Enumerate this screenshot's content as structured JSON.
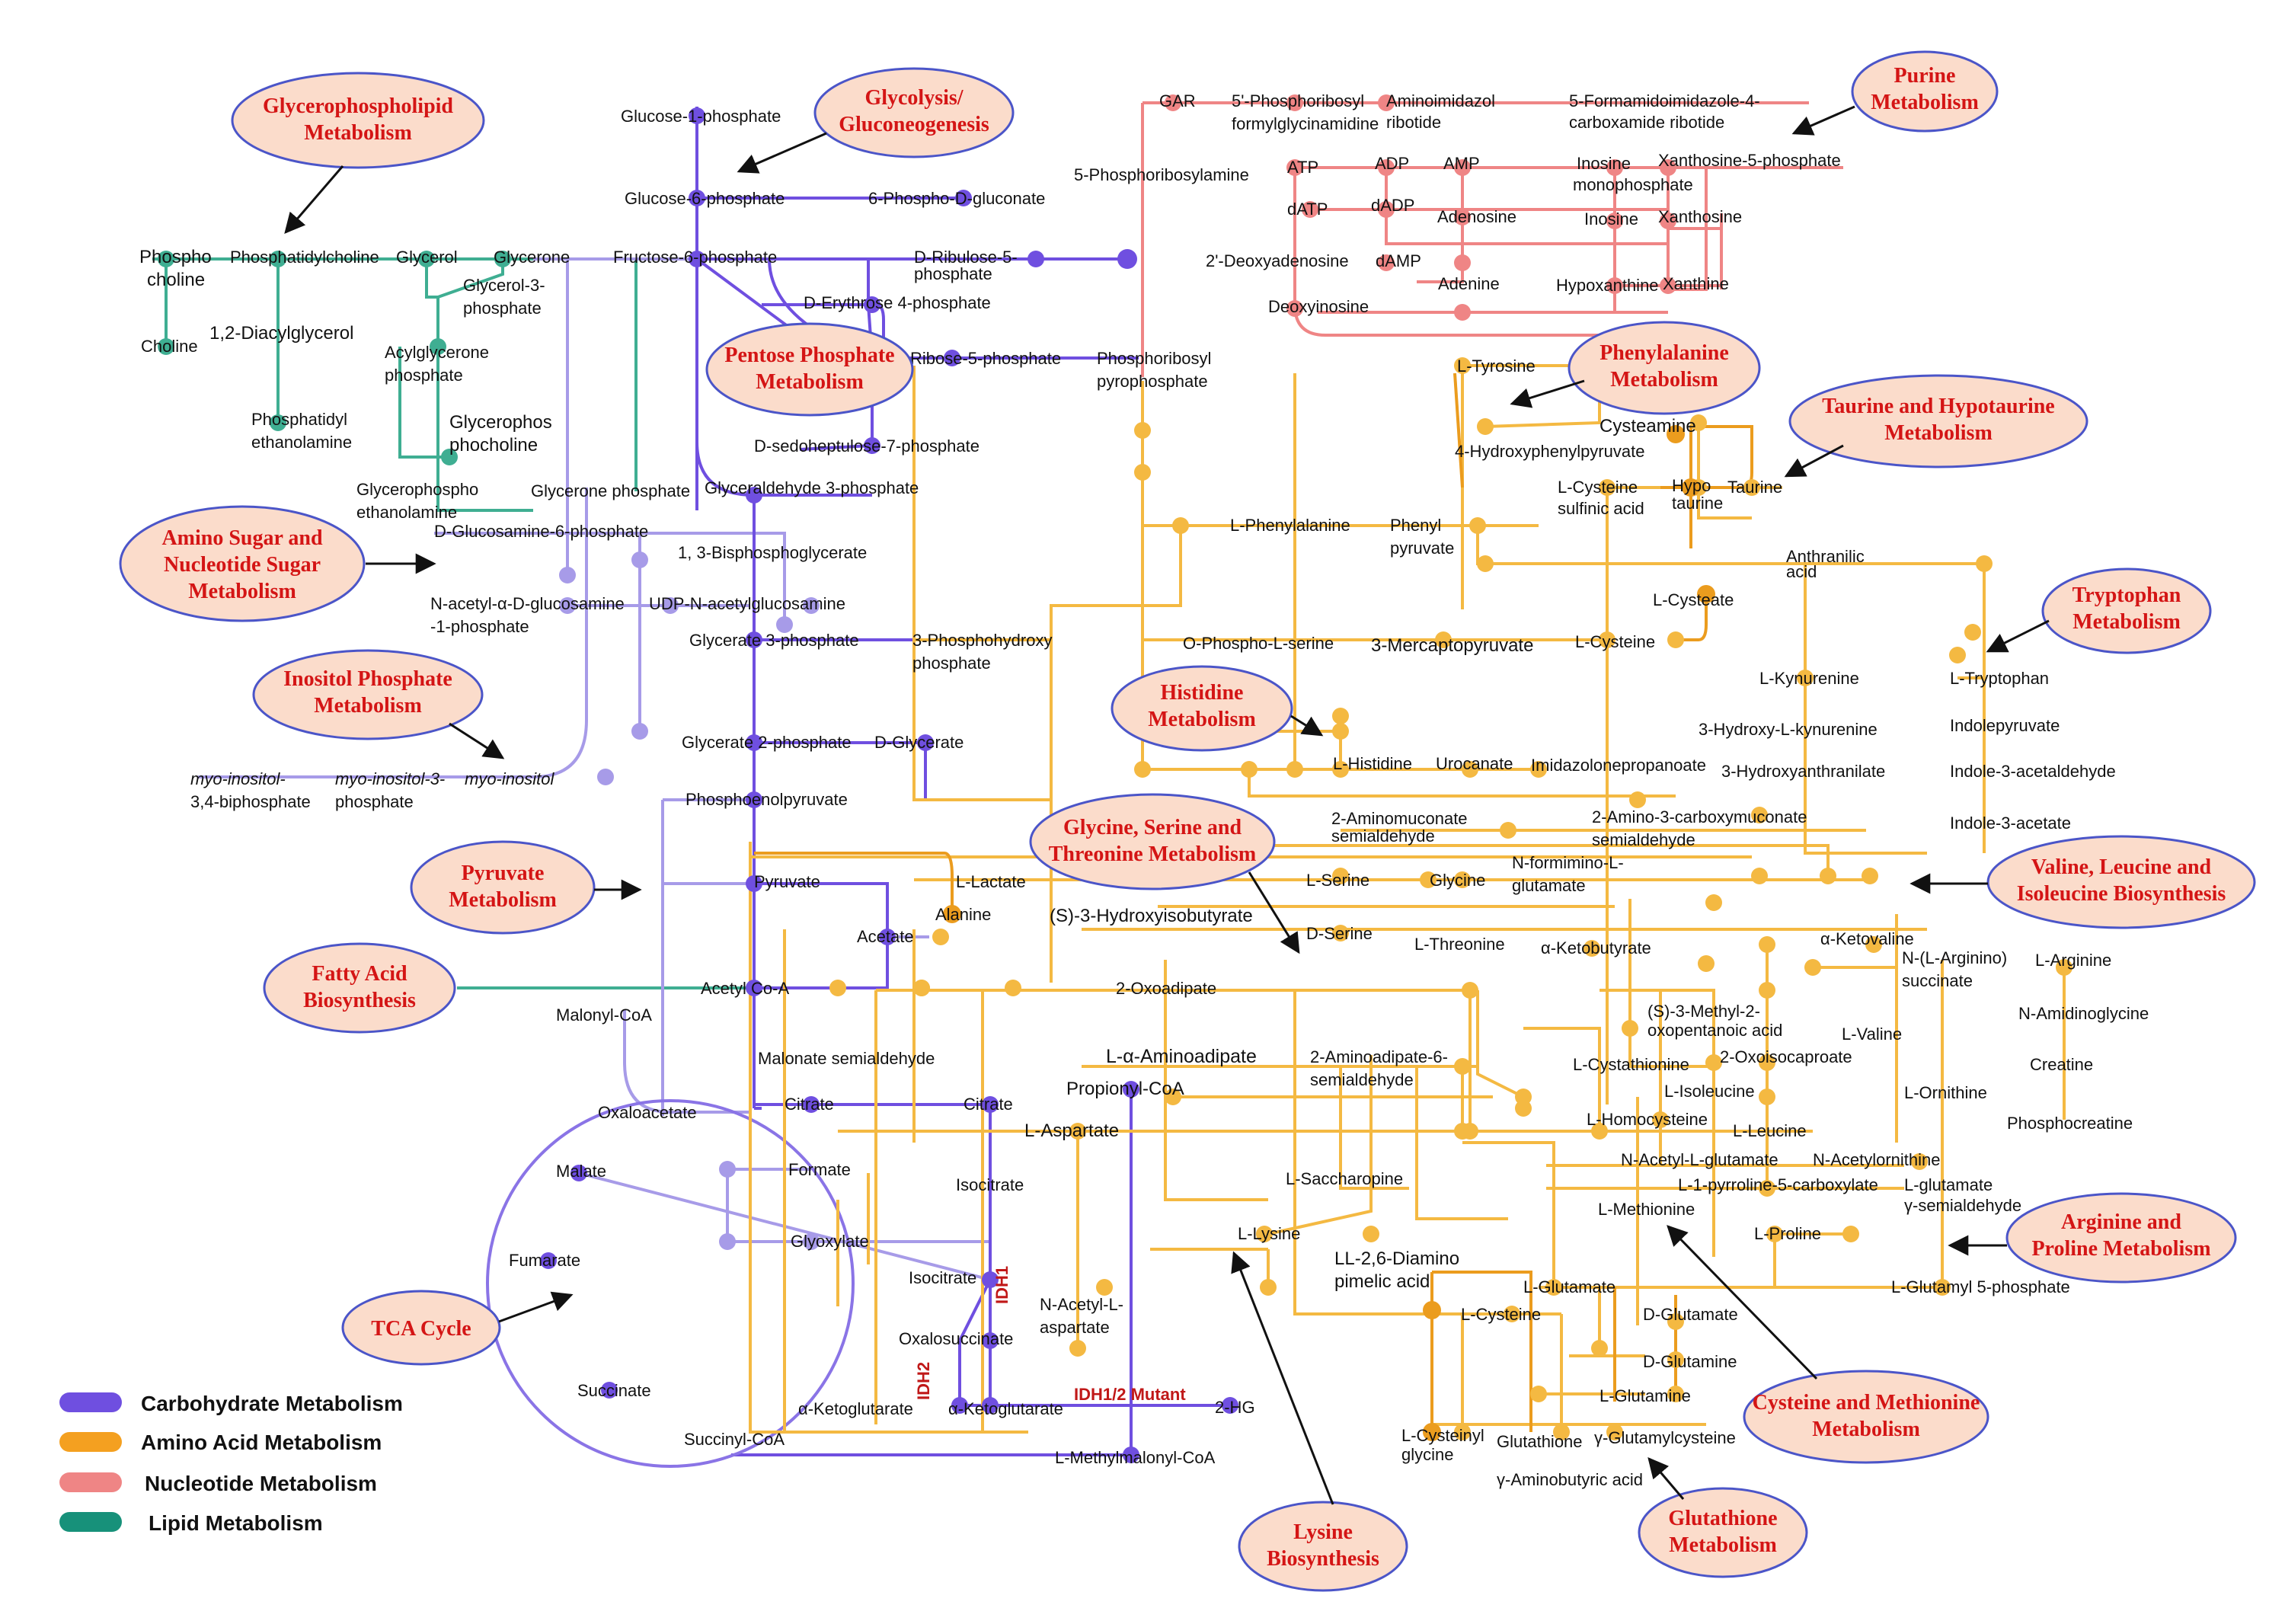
{
  "colors": {
    "carbohydrate": "#6f4fe0",
    "carbohydrate_light": "#a79be8",
    "amino_acid": "#f4b942",
    "amino_acid_dark": "#eb9c1e",
    "nucleotide": "#ef8585",
    "lipid": "#3fae92",
    "pathway_fill": "#fbdccb",
    "pathway_text": "#d41515",
    "pathway_border": "#4b55c8"
  },
  "legend": [
    {
      "label": "Carbohydrate Metabolism",
      "color": "#6f4fe0"
    },
    {
      "label": "Amino Acid Metabolism",
      "color": "#f4a020"
    },
    {
      "label": "Nucleotide Metabolism",
      "color": "#ef8585"
    },
    {
      "label": "Lipid Metabolism",
      "color": "#17917a"
    }
  ],
  "pathways": {
    "glycerophospholipid": [
      "Glycerophospholipid",
      "Metabolism"
    ],
    "glycolysis": [
      "Glycolysis/",
      "Gluconeogenesis"
    ],
    "purine": [
      "Purine",
      "Metabolism"
    ],
    "pentose": [
      "Pentose Phosphate",
      "Metabolism"
    ],
    "phenylalanine": [
      "Phenylalanine",
      "Metabolism"
    ],
    "taurine": [
      "Taurine and Hypotaurine",
      "Metabolism"
    ],
    "amino_sugar": [
      "Amino Sugar and",
      "Nucleotide Sugar",
      "Metabolism"
    ],
    "tryptophan": [
      "Tryptophan",
      "Metabolism"
    ],
    "inositol": [
      "Inositol Phosphate",
      "Metabolism"
    ],
    "histidine": [
      "Histidine",
      "Metabolism"
    ],
    "glycine": [
      "Glycine, Serine and",
      "Threonine Metabolism"
    ],
    "pyruvate": [
      "Pyruvate",
      "Metabolism"
    ],
    "valine": [
      "Valine, Leucine and",
      "Isoleucine Biosynthesis"
    ],
    "fatty_acid": [
      "Fatty Acid",
      "Biosynthesis"
    ],
    "arginine": [
      "Arginine and",
      "Proline Metabolism"
    ],
    "tca": [
      "TCA Cycle"
    ],
    "cysteine": [
      "Cysteine and Methionine",
      "Metabolism"
    ],
    "lysine": [
      "Lysine",
      "Biosynthesis"
    ],
    "glutathione": [
      "Glutathione",
      "Metabolism"
    ]
  },
  "enzymes": {
    "idh1": "IDH1",
    "idh2": "IDH2",
    "mutant": "IDH1/2 Mutant",
    "two_hg": "2-HG"
  },
  "metabolites": {
    "glucose1p": "Glucose-1-phosphate",
    "glucose6p": "Glucose-6-phosphate",
    "phosphogluconate": "6-Phospho-D-gluconate",
    "fructose6p": "Fructose-6-phosphate",
    "ribulose5p_1": "D-Ribulose-5-",
    "ribulose5p_2": "phosphate",
    "erythrose4p": "D-Erythrose 4-phosphate",
    "ribose5p": "Ribose-5-phosphate",
    "prpp_1": "Phosphoribosyl",
    "prpp_2": "pyrophosphate",
    "sedoheptulose": "D-sedoheptulose-7-phosphate",
    "glycerone_p": "Glycerone phosphate",
    "gap": "Glyceraldehyde 3-phosphate",
    "glucosamine6p": "D-Glucosamine-6-phosphate",
    "bpg": "1, 3-Bisphosphoglycerate",
    "nacglc_1": "N-acetyl-α-D-glucosamine",
    "nacglc_2": "-1-phosphate",
    "udpglcnac": "UDP-N-acetylglucosamine",
    "glycerate3p": "Glycerate 3-phosphate",
    "phosphohydroxy_1": "3-Phosphohydroxy",
    "phosphohydroxy_2": "phosphate",
    "glycerate2p": "Glycerate 2-phosphate",
    "dglycerate": "D-Glycerate",
    "pep": "Phosphoenolpyruvate",
    "inositol34_1": "myo-inositol-",
    "inositol34_2": "3,4-biphosphate",
    "inositol3_1": "myo-inositol-3-",
    "inositol3_2": "phosphate",
    "inositol": "myo-inositol",
    "pyruvate": "Pyruvate",
    "lactate": "L-Lactate",
    "alanine": "Alanine",
    "acetate": "Acetate",
    "acetylcoa": "Acetyl Co-A",
    "malonylcoa": "Malonyl-CoA",
    "malonate_sa": "Malonate semialdehyde",
    "oxaloacetate": "Oxaloacetate",
    "citrate": "Citrate",
    "citrate2": "Citrate",
    "malate": "Malate",
    "formate": "Formate",
    "isocitrate": "Isocitrate",
    "isocitrate2": "Isocitrate",
    "glyoxylate": "Glyoxylate",
    "fumarate": "Fumarate",
    "oxalosuccinate": "Oxalosuccinate",
    "succinate": "Succinate",
    "akg1": "α-Ketoglutarate",
    "akg2": "α-Ketoglutarate",
    "succinylcoa": "Succinyl-CoA",
    "methylmalonyl": "L-Methylmalonyl-CoA",
    "phosphocholine_1": "Phospho",
    "phosphocholine_2": "choline",
    "phosphatidylcholine": "Phosphatidylcholine",
    "glycerol": "Glycerol",
    "glycerone": "Glycerone",
    "glycerol3p_1": "Glycerol-3-",
    "glycerol3p_2": "phosphate",
    "choline": "Choline",
    "diacylglycerol": "1,2-Diacylglycerol",
    "acylglycerone_1": "Acylglycerone",
    "acylglycerone_2": "phosphate",
    "glycerophosphocholine_1": "Glycerophos",
    "glycerophosphocholine_2": "phocholine",
    "phosphatidylethanolamine_1": "Phosphatidyl",
    "phosphatidylethanolamine_2": "ethanolamine",
    "gpe_1": "Glycerophospho",
    "gpe_2": "ethanolamine",
    "gar": "GAR",
    "fgar_1": "5'-Phosphoribosyl",
    "fgar_2": "formylglycinamidine",
    "air_1": "Aminoimidazol",
    "air_2": "ribotide",
    "faicar_1": "5-Formamidoimidazole-4-",
    "faicar_2": "carboxamide ribotide",
    "pra": "5-Phosphoribosylamine",
    "atp": "ATP",
    "adp": "ADP",
    "amp": "AMP",
    "imp_1": "Inosine",
    "imp_2": "monophosphate",
    "xmp": "Xanthosine-5-phosphate",
    "datp": "dATP",
    "dadp": "dADP",
    "adenosine": "Adenosine",
    "inosine": "Inosine",
    "xanthosine": "Xanthosine",
    "deoxyadenosine": "2'-Deoxyadenosine",
    "damp": "dAMP",
    "adenine": "Adenine",
    "hypoxanthine": "Hypoxanthine",
    "xanthine": "Xanthine",
    "deoxyinosine": "Deoxyinosine",
    "tyrosine": "L-Tyrosine",
    "cysteamine": "Cysteamine",
    "hppa": "4-Hydroxyphenylpyruvate",
    "csa_1": "L-Cysteine",
    "csa_2": "sulfinic acid",
    "hypotaurine_1": "Hypo",
    "hypotaurine_2": "taurine",
    "taurine": "Taurine",
    "phenylalanine": "L-Phenylalanine",
    "phenylpyruvate_1": "Phenyl",
    "phenylpyruvate_2": "pyruvate",
    "anthranilic_1": "Anthranilic",
    "anthranilic_2": "acid",
    "cysteate": "L-Cysteate",
    "phosphoserine": "O-Phospho-L-serine",
    "mercaptopyruvate": "3-Mercaptopyruvate",
    "cysteine": "L-Cysteine",
    "kynurenine": "L-Kynurenine",
    "tryptophan": "L-Tryptophan",
    "hydroxykynurenine": "3-Hydroxy-L-kynurenine",
    "indolepyruvate": "Indolepyruvate",
    "histidine": "L-Histidine",
    "urocanate": "Urocanate",
    "imidazolonepropanoate": "Imidazolonepropanoate",
    "hydroxyanthranilate": "3-Hydroxyanthranilate",
    "indoleacetaldehyde": "Indole-3-acetaldehyde",
    "aminomuconate_1": "2-Aminomuconate",
    "aminomuconate_2": "semialdehyde",
    "acms_1": "2-Amino-3-carboxymuconate",
    "acms_2": "semialdehyde",
    "indoleacetate": "Indole-3-acetate",
    "serine": "L-Serine",
    "glycine": "Glycine",
    "formiminoglutamate_1": "N-formimino-L-",
    "formiminoglutamate_2": "glutamate",
    "hydroxyisobutyrate": "(S)-3-Hydroxyisobutyrate",
    "dserine": "D-Serine",
    "threonine": "L-Threonine",
    "ketobutyrate": "α-Ketobutyrate",
    "ketovaline": "α-Ketovaline",
    "argsucc_1": "N-(L-Arginino)",
    "argsucc_2": "succinate",
    "arginine": "L-Arginine",
    "oxoadipate": "2-Oxoadipate",
    "methyloxo_1": "(S)-3-Methyl-2-",
    "methyloxo_2": "oxopentanoic acid",
    "amidinoglycine": "N-Amidinoglycine",
    "aminoadipate": "L-α-Aminoadipate",
    "aminoadipate_sa_1": "2-Aminoadipate-6-",
    "aminoadipate_sa_2": "semialdehyde",
    "cystathionine": "L-Cystathionine",
    "oxoisocaproate": "2-Oxoisocaproate",
    "valine": "L-Valine",
    "creatine": "Creatine",
    "propionylcoa": "Propionyl-CoA",
    "isoleucine": "L-Isoleucine",
    "ornithine": "L-Ornithine",
    "aspartate": "L-Aspartate",
    "homocysteine": "L-Homocysteine",
    "leucine": "L-Leucine",
    "phosphocreatine": "Phosphocreatine",
    "nacglutamate": "N-Acetyl-L-glutamate",
    "nacornithine": "N-Acetylornithine",
    "p5c": "L-1-pyrroline-5-carboxylate",
    "glusa_1": "L-glutamate",
    "glusa_2": "γ-semialdehyde",
    "saccharopine": "L-Saccharopine",
    "methionine": "L-Methionine",
    "proline": "L-Proline",
    "lysine": "L-Lysine",
    "dap_1": "LL-2,6-Diamino",
    "dap_2": "pimelic acid",
    "glutamate": "L-Glutamate",
    "glutamyl5p": "L-Glutamyl 5-phosphate",
    "nacaspartate_1": "N-Acetyl-L-",
    "nacaspartate_2": "aspartate",
    "cysteine2": "L-Cysteine",
    "dglutamate": "D-Glutamate",
    "dglutamine": "D-Glutamine",
    "glutamine": "L-Glutamine",
    "cysgly_1": "L-Cysteinyl",
    "cysgly_2": "glycine",
    "glutathione": "Glutathione",
    "gglucys": "γ-Glutamylcysteine",
    "gaba": "γ-Aminobutyric acid"
  }
}
